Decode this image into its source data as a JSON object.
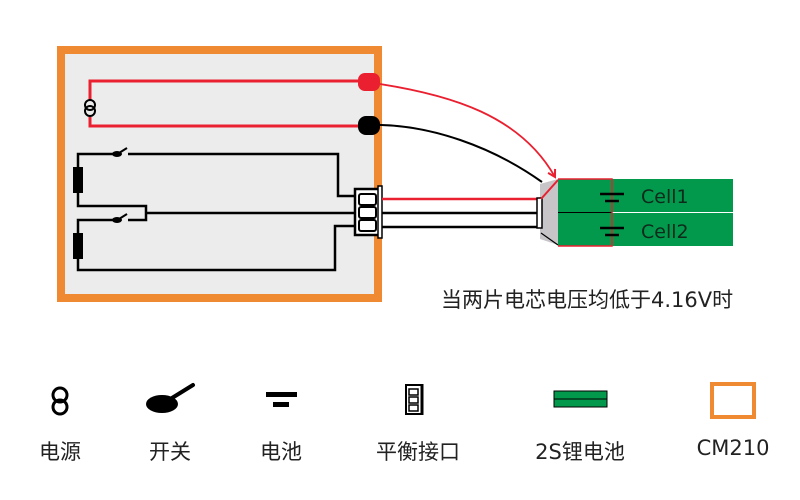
{
  "diagram": {
    "title": "CM210 balance charging wiring",
    "colors": {
      "device_border": "#f08a32",
      "device_fill": "#ececec",
      "positive_wire": "#ea2030",
      "negative_wire": "#000000",
      "battery_fill": "#03994d",
      "connector_shade": "#c8c5c9"
    },
    "battery": {
      "cells": [
        {
          "label": "Cell1"
        },
        {
          "label": "Cell2"
        }
      ]
    },
    "condition_note": "当两片电芯电压均低于4.16V时"
  },
  "legend": {
    "items": [
      {
        "icon": "power-source-icon",
        "label": "电源"
      },
      {
        "icon": "switch-icon",
        "label": "开关"
      },
      {
        "icon": "battery-cell-icon",
        "label": "电池"
      },
      {
        "icon": "balance-connector-icon",
        "label": "平衡接口"
      },
      {
        "icon": "battery-pack-icon",
        "label": "2S锂电池"
      },
      {
        "icon": "device-box-icon",
        "label": "CM210"
      }
    ]
  }
}
